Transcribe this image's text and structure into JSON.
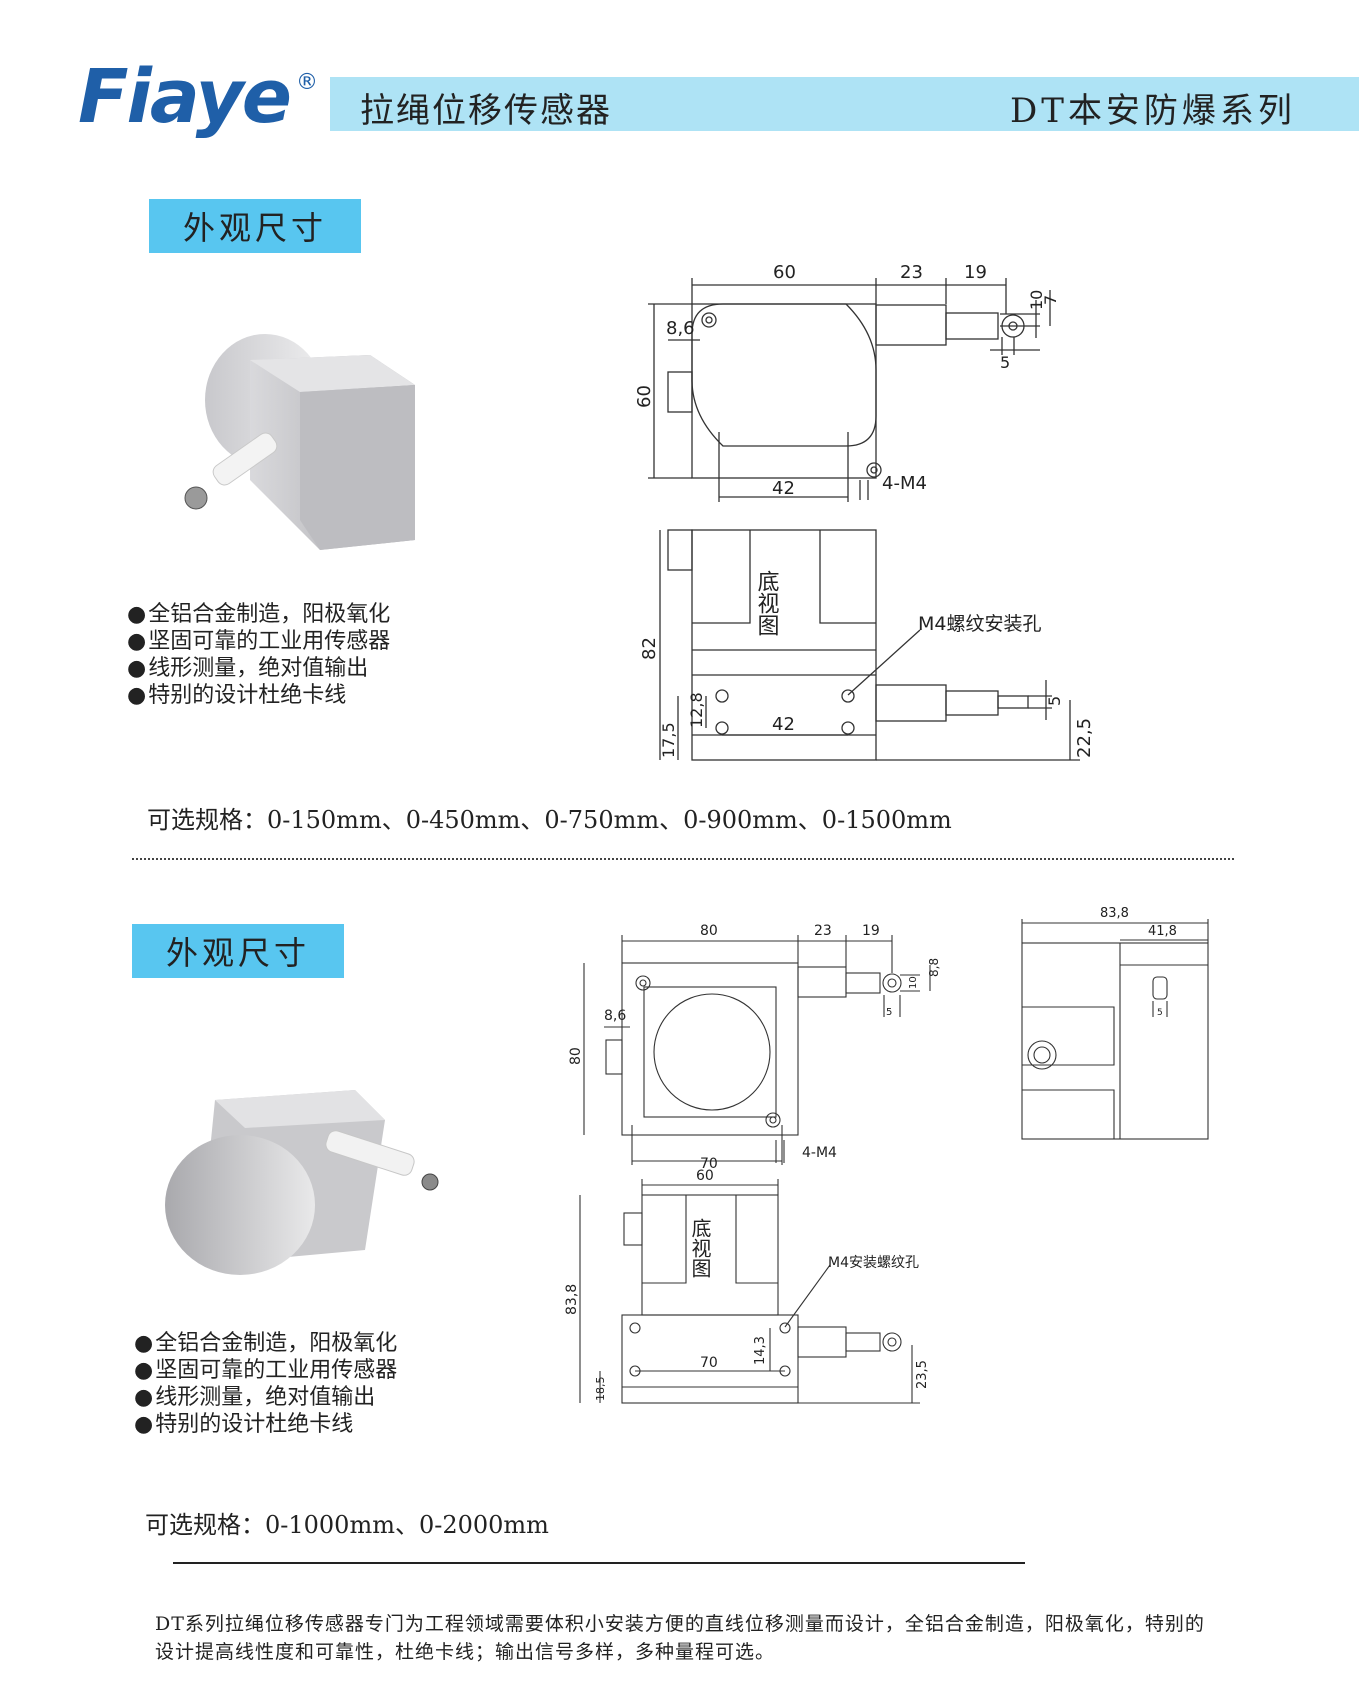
{
  "brand": {
    "logo": "Fiaye",
    "registered": "®"
  },
  "header": {
    "title": "拉绳位移传感器",
    "series": "DT本安防爆系列"
  },
  "section1": {
    "label": "外观尺寸",
    "features": [
      "全铝合金制造，阳极氧化",
      "坚固可靠的工业用传感器",
      "线形测量，绝对值输出",
      "特别的设计杜绝卡线"
    ],
    "spec": "可选规格：0-150mm、0-450mm、0-750mm、0-900mm、0-1500mm",
    "drawing": {
      "top_view": {
        "d60": "60",
        "d23": "23",
        "d19": "19",
        "d7": "7",
        "d10": "10",
        "d5": "5",
        "d86": "8,6",
        "h60": "60",
        "d42": "42",
        "m4": "4-M4"
      },
      "bottom_view": {
        "label": "底视图",
        "hole_note": "M4螺纹安装孔",
        "h82": "82",
        "d128": "12,8",
        "d175": "17,5",
        "d42": "42",
        "d5": "5",
        "d225": "22,5"
      }
    }
  },
  "section2": {
    "label": "外观尺寸",
    "features": [
      "全铝合金制造，阳极氧化",
      "坚固可靠的工业用传感器",
      "线形测量，绝对值输出",
      "特别的设计杜绝卡线"
    ],
    "spec": "可选规格：0-1000mm、0-2000mm",
    "drawing": {
      "top_view": {
        "d80": "80",
        "d23": "23",
        "d19": "19",
        "d88": "8,8",
        "d10": "10",
        "d5": "5",
        "d86": "8,6",
        "h80": "80",
        "d70": "70",
        "m4": "4-M4"
      },
      "side_view": {
        "d838": "83,8",
        "d418": "41,8",
        "d5": "5"
      },
      "bottom_view": {
        "d60": "60",
        "label": "底视图",
        "hole_note": "M4安装螺纹孔",
        "h838": "83,8",
        "d143": "14,3",
        "d70": "70",
        "d185": "18,5",
        "d235": "23,5"
      }
    }
  },
  "footer": {
    "description": "DT系列拉绳位移传感器专门为工程领域需要体积小安装方便的直线位移测量而设计，全铝合金制造，阳极氧化，特别的设计提高线性度和可靠性，杜绝卡线；输出信号多样，多种量程可选。"
  },
  "colors": {
    "brand_blue": "#1f5fa8",
    "header_band": "#aee3f5",
    "label_blue": "#58c6f0"
  }
}
